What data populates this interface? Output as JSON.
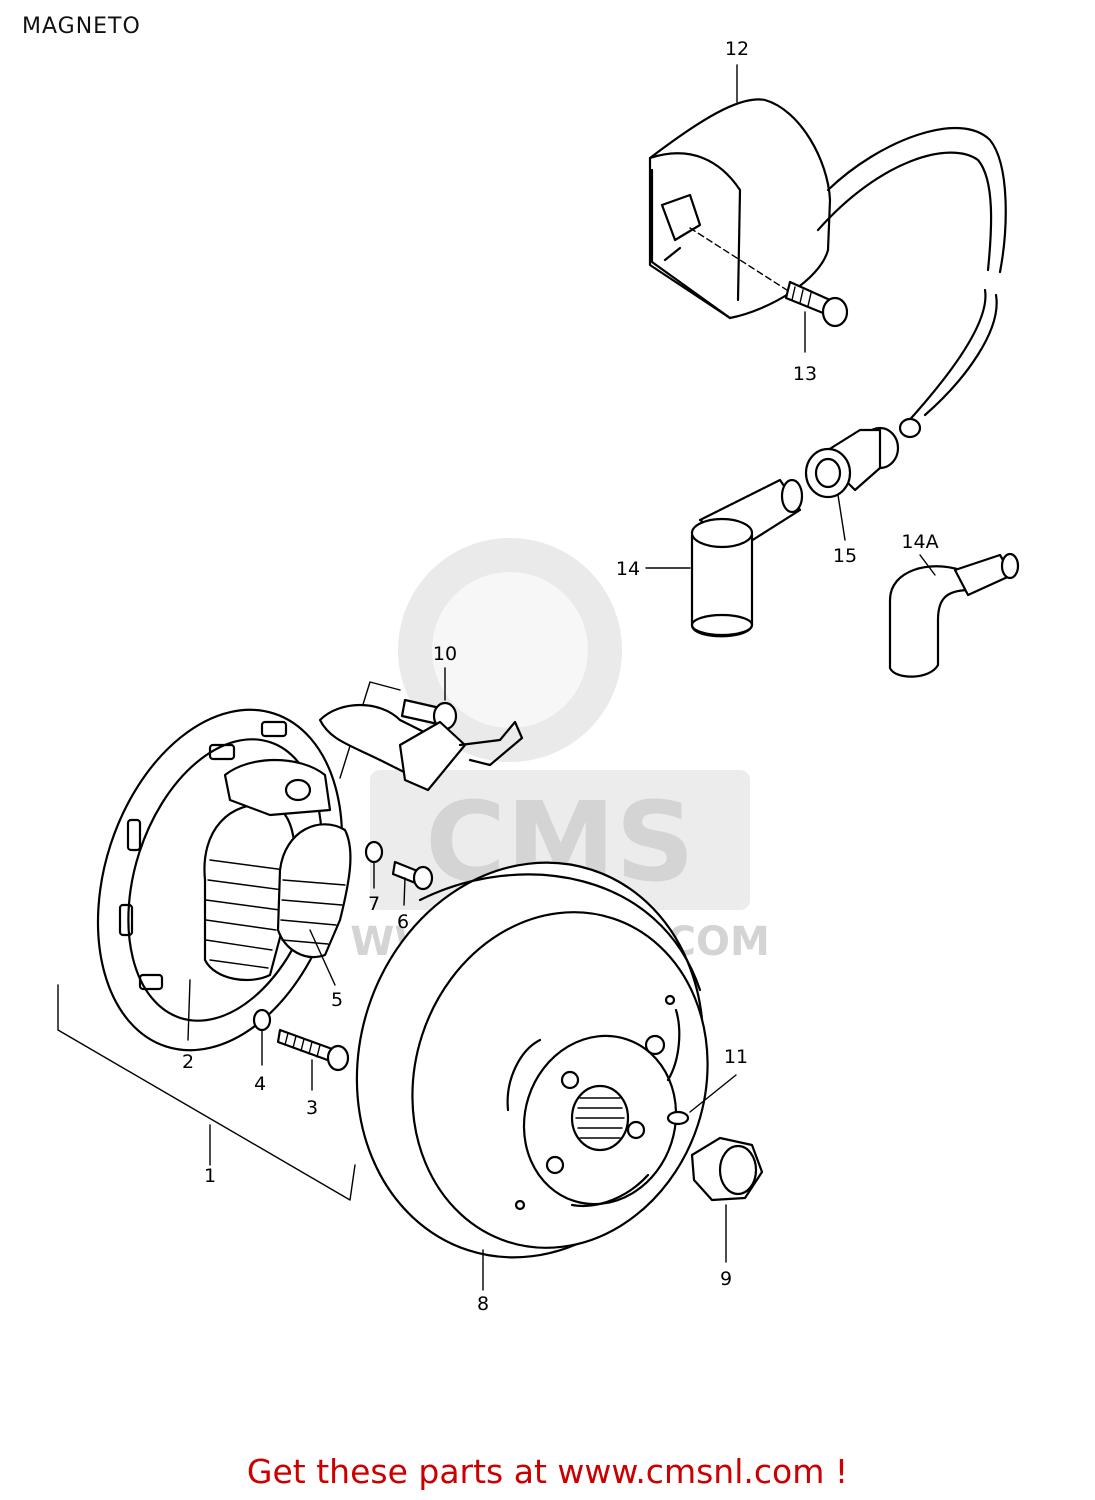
{
  "title": "MAGNETO",
  "footer": "Get these parts at www.cmsnl.com !",
  "watermark": {
    "brand": "CMS",
    "url": "WWW.CMSNL.COM",
    "color": "#d4d4d4"
  },
  "callouts": {
    "c1": "1",
    "c2": "2",
    "c3": "3",
    "c4": "4",
    "c5": "5",
    "c6": "6",
    "c7": "7",
    "c8": "8",
    "c9": "9",
    "c10": "10",
    "c11": "11",
    "c12": "12",
    "c13": "13",
    "c14": "14",
    "c14a": "14A",
    "c15": "15"
  },
  "colors": {
    "footer": "#cc0000",
    "line": "#000000"
  }
}
